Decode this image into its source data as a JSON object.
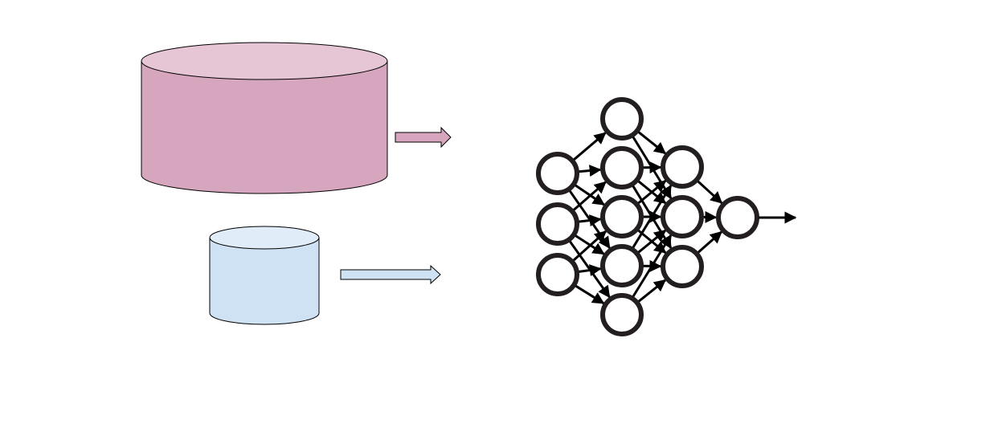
{
  "diagram": {
    "background": "#ffffff",
    "outline_color": "#000000",
    "datasets": [
      {
        "name": "large-dataset",
        "icon": "database-cylinder-icon",
        "fill": "#d5a6bd",
        "top_fill": "#e6c5d5",
        "arrow_fill": "#d5a6bd"
      },
      {
        "name": "small-dataset",
        "icon": "database-cylinder-icon",
        "fill": "#cfe2f3",
        "top_fill": "#e0ecf8",
        "arrow_fill": "#cfe2f3"
      }
    ],
    "network": {
      "icon": "neural-network-icon",
      "layer_sizes": [
        3,
        5,
        3,
        1
      ],
      "node_stroke": "#231f20",
      "edge_color": "#000000"
    }
  }
}
